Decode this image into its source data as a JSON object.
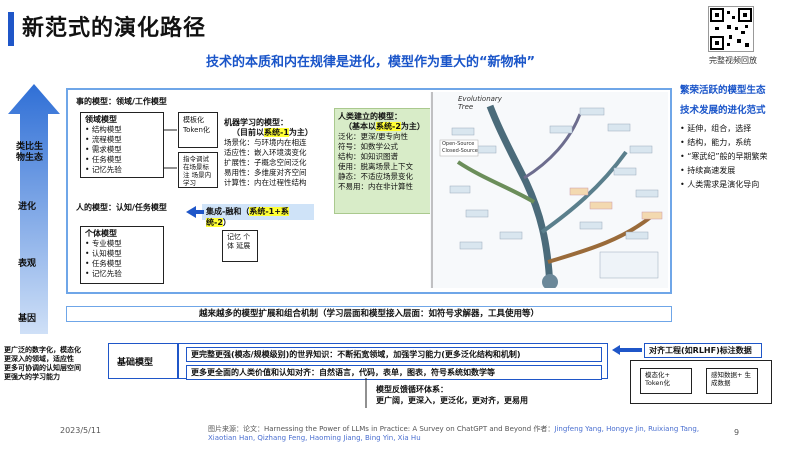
{
  "header": {
    "title": "新范式的演化路径",
    "qr_caption": "完整视频回放"
  },
  "subtitle": "技术的本质和内在规律是进化，模型作为重大的“新物种”",
  "left_axis": [
    "类比生物生态",
    "进化",
    "表观",
    "基因"
  ],
  "task_model": {
    "title": "事的模型：领域/工作模型",
    "box_title": "领域模型",
    "items": [
      "结构模型",
      "流程模型",
      "需求模型",
      "任务模型",
      "记忆先验"
    ]
  },
  "token_box": "模板化 Token化",
  "instruct_box": "指令调试 在场景标注 场景内学习",
  "human_model": {
    "title": "人的模型：认知/任务模型",
    "box_title": "个体模型",
    "items": [
      "专业模型",
      "认知模型",
      "任务模型",
      "记忆先验"
    ]
  },
  "ml_model": {
    "title": "机器学习的模型：",
    "sub_prefix": "（目前以",
    "sub_hl": "系统-1",
    "sub_suffix": "为主）",
    "lines": [
      "场景化：与环境内在相连",
      "适应性：嵌入环境演变化",
      "扩展性：子概念空间泛化",
      "易用性：多维度对齐空间",
      "计算性：内在过程性结构"
    ]
  },
  "human_built": {
    "title": "人类建立的模型：",
    "sub_prefix": "（基本以",
    "sub_hl": "系统-2",
    "sub_suffix": "为主）",
    "lines": [
      "泛化：更深/更专向性",
      "符号：如数学公式",
      "结构：如知识图谱",
      "使用：脱离场景上下文",
      "静态：不适应场景变化",
      "不易用：内在非计算性"
    ]
  },
  "fusion": {
    "prefix": "集成-融和（",
    "hl": "系统-1+系统-2",
    "suffix": "）"
  },
  "memory_box": "记忆 个体 延展",
  "tree": {
    "title": "Evolutionary Tree",
    "labels": [
      "Open-Source",
      "Closed-Source"
    ]
  },
  "right_panel": {
    "h1": "繁荣活跃的模型生态",
    "h2": "技术发展的进化范式",
    "items": [
      "延伸，组合，选择",
      "结构，能力，系统",
      "“寒武纪”般的早期繁荣",
      "持续高速发展",
      "人类需求是演化导向"
    ]
  },
  "mid_bar": "越来越多的模型扩展和组合机制（学习层面和模型接入层面：如符号求解器，工具使用等）",
  "bottom_left_lines": [
    "更广泛的数字化，模态化",
    "更深入的领域，适应性",
    "更多可协调的认知层空间",
    "更强大的学习能力"
  ],
  "base_model": "基础模型",
  "knowledge_line": "更完整更强(模态/规模级别)的世界知识：不断拓宽领域，加强学习能力(更多泛化结构和机制)",
  "alignment_line": "更多更全面的人类价值和认知对齐：自然语言，代码，表单，图表，符号系统如数学等",
  "rlhf": "对齐工程(如RLHF)标注数据",
  "token_small": "模态化+ Token化",
  "sense_small": "感知数据+ 生成数据",
  "feedback": {
    "title": "模型反馈循环体系：",
    "text": "更广阔，更深入，更泛化，更对齐，更易用"
  },
  "footer": {
    "date": "2023/5/11",
    "source_prefix": "图片来源：论文：",
    "paper": "Harnessing the Power of LLMs in Practice: A Survey on ChatGPT and Beyond",
    "authors_intro": "作者：",
    "authors": "Jingfeng Yang, Hongye Jin, Ruixiang Tang, Xiaotian Han, Qizhang Feng, Haoming Jiang, Bing Yin, Xia Hu",
    "page": "9"
  },
  "colors": {
    "accent": "#1f56c8",
    "frame": "#6fa6e8",
    "green": "#d8ecc8",
    "highlight": "#ffff33"
  }
}
